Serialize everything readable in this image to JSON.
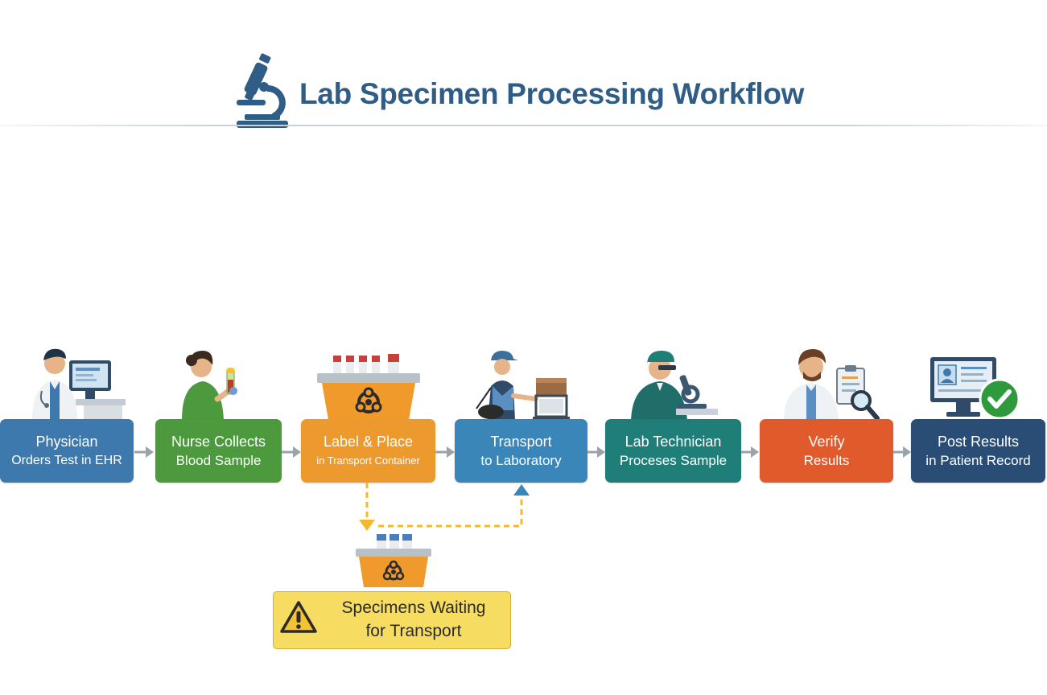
{
  "title": "Lab Specimen Processing Workflow",
  "steps": [
    {
      "line1": "Physician",
      "line2": "Orders Test in EHR",
      "color": "#3d79ad"
    },
    {
      "line1": "Nurse Collects",
      "line2": "Blood Sample",
      "color": "#4c9a3d"
    },
    {
      "line1": "Label & Place",
      "line2": "in Transport Container",
      "color": "#ec9a2e"
    },
    {
      "line1": "Transport",
      "line2": "to Laboratory",
      "color": "#3a86b8"
    },
    {
      "line1": "Lab Technician",
      "line2": "Proceses Sample",
      "color": "#1f7e78"
    },
    {
      "line1": "Verify",
      "line2": "Results",
      "color": "#e05a2b"
    },
    {
      "line1": "Post Results",
      "line2": "in Patient Record",
      "color": "#2a4d75"
    }
  ],
  "waiting": {
    "line1": "Specimens Waiting",
    "line2": "for Transport",
    "color": "#f7dc62"
  },
  "colors": {
    "title": "#2f5d85",
    "arrow": "#9aa3ab",
    "dashed": "#f2b830",
    "up_arrow": "#3a86b8"
  },
  "icons": [
    "microscope-icon",
    "physician-computer-icon",
    "nurse-sample-icon",
    "biohazard-container-icon",
    "courier-cart-icon",
    "lab-technician-microscope-icon",
    "doctor-clipboard-icon",
    "patient-record-monitor-icon",
    "warning-icon"
  ]
}
